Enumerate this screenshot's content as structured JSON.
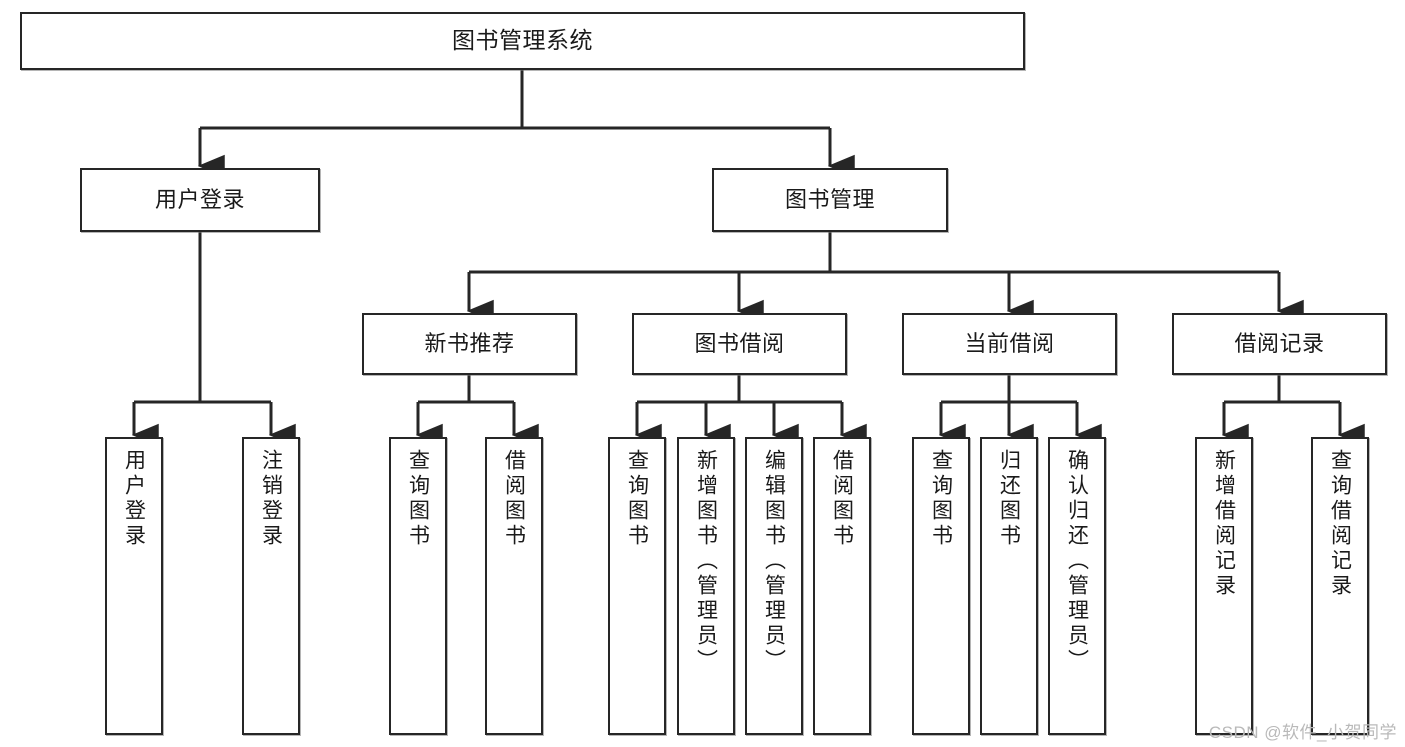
{
  "diagram": {
    "type": "tree-hierarchy",
    "title": "图书管理系统",
    "orientation": "top-down",
    "colors": {
      "box_border": "#262626",
      "box_fill": "#ffffff",
      "connector": "#262626",
      "text": "#1a1a1a",
      "watermark": "#b9b9b9"
    },
    "root": {
      "label": "图书管理系统"
    },
    "level2": [
      {
        "id": "user-login",
        "label": "用户登录"
      },
      {
        "id": "book-manage",
        "label": "图书管理"
      }
    ],
    "level3": [
      {
        "id": "new-book-recommend",
        "label": "新书推荐",
        "parent": "book-manage"
      },
      {
        "id": "book-borrow",
        "label": "图书借阅",
        "parent": "book-manage"
      },
      {
        "id": "current-borrow",
        "label": "当前借阅",
        "parent": "book-manage"
      },
      {
        "id": "borrow-record",
        "label": "借阅记录",
        "parent": "book-manage"
      }
    ],
    "leaves": {
      "user_login": [
        {
          "id": "leaf-user-login",
          "label": "用户登录"
        },
        {
          "id": "leaf-user-logout",
          "label": "注销登录"
        }
      ],
      "new_book_recommend": [
        {
          "id": "leaf-query-book-1",
          "label": "查询图书"
        },
        {
          "id": "leaf-borrow-book-1",
          "label": "借阅图书"
        }
      ],
      "book_borrow": [
        {
          "id": "leaf-query-book-2",
          "label": "查询图书"
        },
        {
          "id": "leaf-add-book",
          "label": "新增图书（管理员）"
        },
        {
          "id": "leaf-edit-book",
          "label": "编辑图书（管理员）"
        },
        {
          "id": "leaf-borrow-book-2",
          "label": "借阅图书"
        }
      ],
      "current_borrow": [
        {
          "id": "leaf-query-book-3",
          "label": "查询图书"
        },
        {
          "id": "leaf-return-book",
          "label": "归还图书"
        },
        {
          "id": "leaf-confirm-return",
          "label": "确认归还（管理员）"
        }
      ],
      "borrow_record": [
        {
          "id": "leaf-add-record",
          "label": "新增借阅记录"
        },
        {
          "id": "leaf-query-record",
          "label": "查询借阅记录"
        }
      ]
    }
  },
  "watermark": {
    "text": "CSDN @软件_小贺同学"
  }
}
